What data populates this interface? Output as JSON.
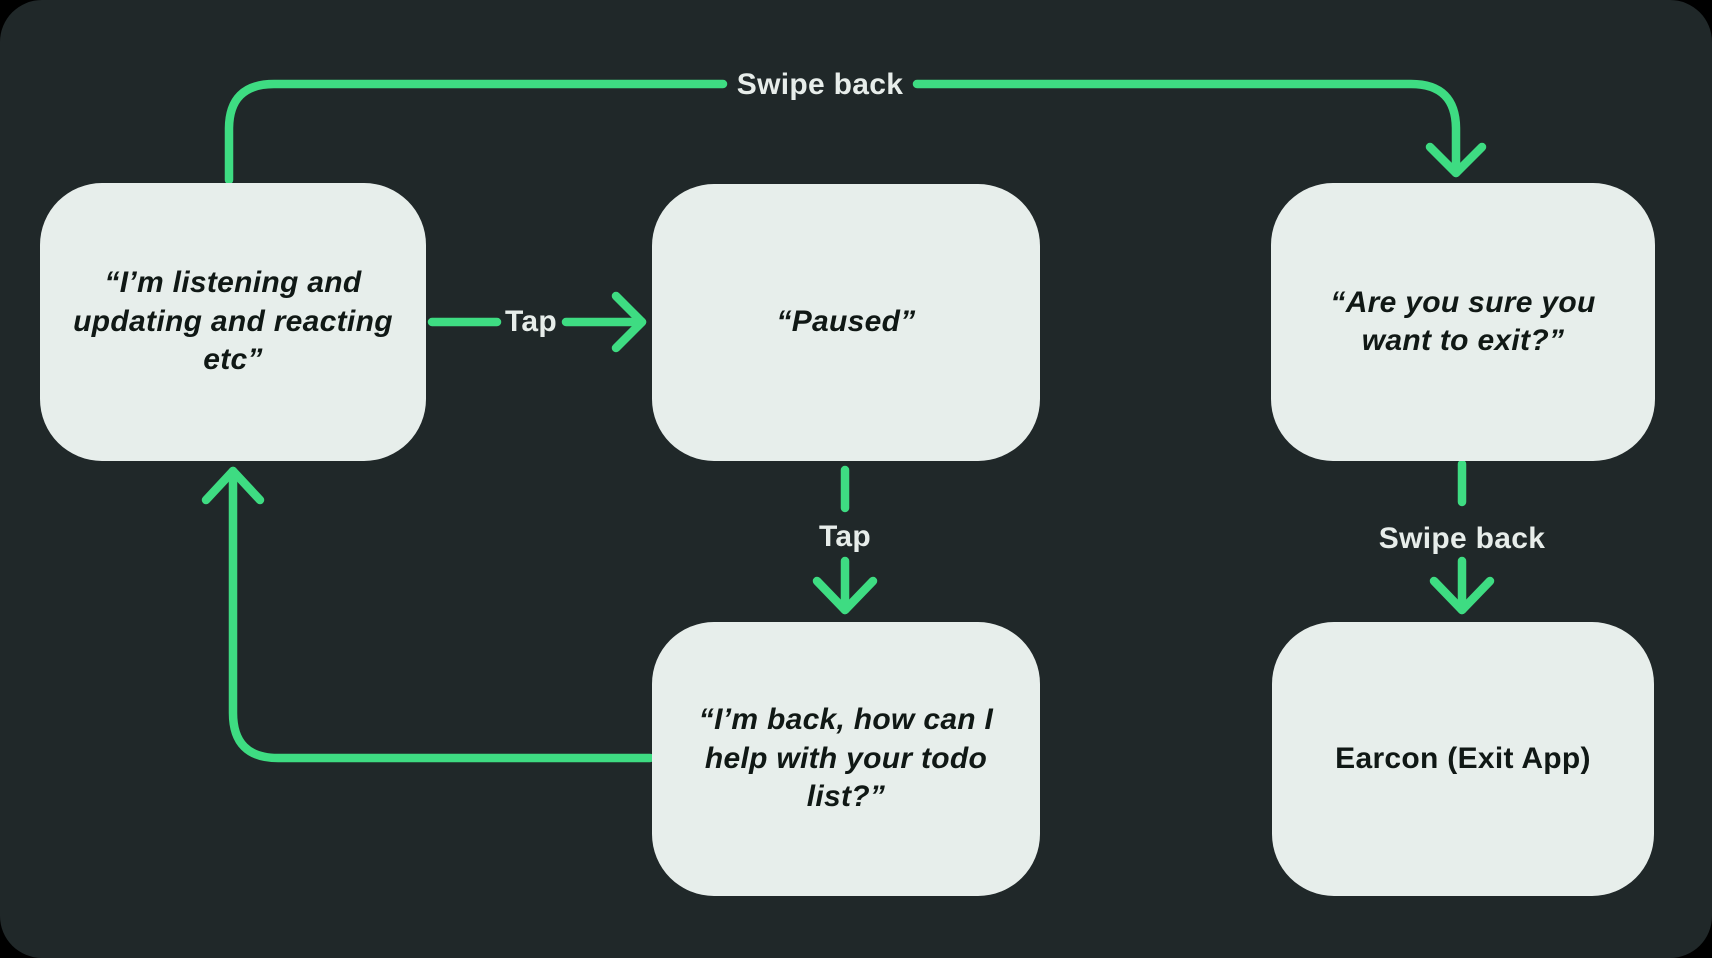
{
  "colors": {
    "outer_background": "#000000",
    "canvas_background": "#202829",
    "node_fill": "#E7EEEB",
    "node_text": "#101815",
    "arrow_green": "#3EDC82",
    "edge_label_text": "#E7EDEA"
  },
  "diagram": {
    "nodes": {
      "listening": {
        "label": "“I’m listening and updating and reacting etc”"
      },
      "paused": {
        "label": "“Paused”"
      },
      "exit_confirm": {
        "label": "“Are you sure you want to exit?”"
      },
      "resume": {
        "label": "“I’m back, how can I help with your todo list?”"
      },
      "earcon": {
        "label": "Earcon (Exit App)"
      }
    },
    "edge_labels": {
      "swipe_back_top": "Swipe back",
      "tap_pause": "Tap",
      "tap_resume": "Tap",
      "swipe_back_exit": "Swipe back"
    }
  }
}
